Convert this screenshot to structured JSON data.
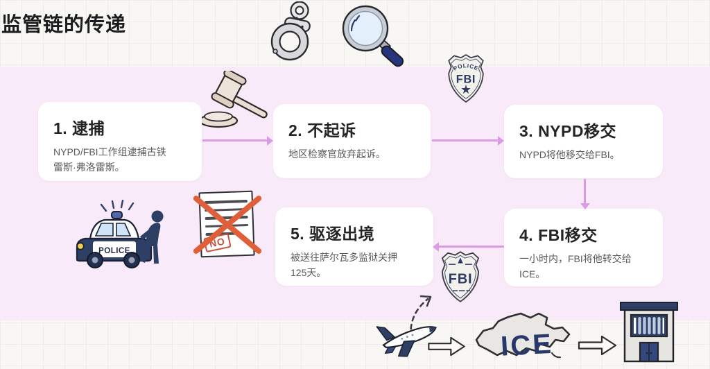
{
  "title": "监管链的传递",
  "colors": {
    "background": "#f8f7f4",
    "panel_pink": "#f9eaf9",
    "card": "#ffffff",
    "flow_arrow": "#dc9be5",
    "navy": "#2e3f66",
    "cross_red": "#df5f3a",
    "heading_text": "#242424",
    "body_text": "#5a5a5a"
  },
  "steps": [
    {
      "heading": "1. 逮捕",
      "description": "NYPD/FBI工作组逮捕古铁雷斯·弗洛雷斯。"
    },
    {
      "heading": "2. 不起诉",
      "description": "地区检察官放弃起诉。"
    },
    {
      "heading": "3. NYPD移交",
      "description": "NYPD将他移交给FBI。"
    },
    {
      "heading": "4. FBI移交",
      "description": "一小时内，FBI将他转交给ICE。"
    },
    {
      "heading": "5. 驱逐出境",
      "description": "被送往萨尔瓦多监狱关押125天。"
    }
  ],
  "badge_top": {
    "banner": "POLICE",
    "center": "FBI"
  },
  "badge_bottom": {
    "center": "FBI"
  },
  "police_car": {
    "label": "POLICE"
  },
  "rejected_document": {
    "stamp": "NO"
  },
  "map": {
    "label": "ICE"
  }
}
